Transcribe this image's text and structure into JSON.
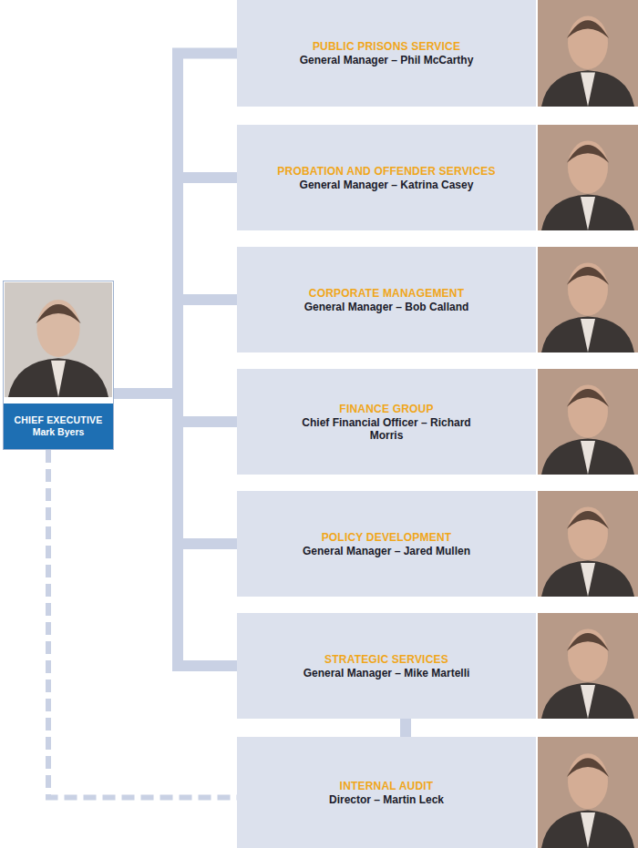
{
  "diagram": {
    "nodes": [
      {
        "text": [
          "CHIEF EXECUTIVE",
          "Mark Byers"
        ]
      },
      {
        "text": [
          "PUBLIC PRISONS SERVICE",
          "General Manager – Phil McCarthy"
        ]
      },
      {
        "text": [
          "PROBATION AND OFFENDER SERVICES",
          "General Manager – Katrina Casey"
        ]
      },
      {
        "text": [
          "CORPORATE MANAGEMENT",
          "General Manager – Bob Calland"
        ]
      },
      {
        "text": [
          "FINANCE GROUP",
          "Chief Financial Officer – Richard Morris"
        ]
      },
      {
        "text": [
          "POLICY DEVELOPMENT",
          "General Manager – Jared Mullen"
        ]
      },
      {
        "text": [
          "STRATEGIC SERVICES",
          "General Manager – Mike Martelli"
        ]
      },
      {
        "text": [
          "INTERNAL AUDIT",
          "Director – Martin Leck"
        ]
      }
    ],
    "edges": [
      {
        "from": 0,
        "to": 1,
        "arrow": "none"
      },
      {
        "from": 0,
        "to": 2,
        "arrow": "none"
      },
      {
        "from": 0,
        "to": 3,
        "arrow": "none"
      },
      {
        "from": 0,
        "to": 4,
        "arrow": "none"
      },
      {
        "from": 0,
        "to": 5,
        "arrow": "none"
      },
      {
        "from": 0,
        "to": 6,
        "arrow": "none"
      },
      {
        "from": 6,
        "to": 7,
        "arrow": "none"
      },
      {
        "from": 0,
        "to": 7,
        "arrow": "none"
      }
    ]
  }
}
